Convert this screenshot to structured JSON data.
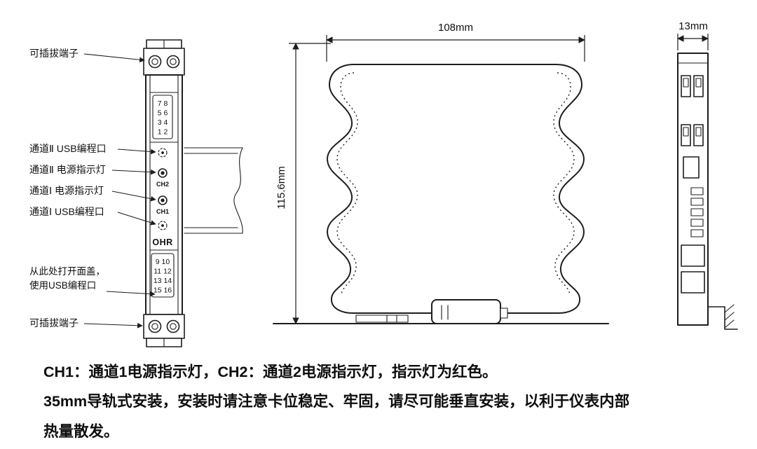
{
  "front_view": {
    "labels": {
      "pluggable_terminal_top": "可插拔端子",
      "ch2_usb_port": "通道Ⅱ USB编程口",
      "ch2_power_led": "通道Ⅱ 电源指示灯",
      "ch1_power_led": "通道Ⅰ 电源指示灯",
      "ch1_usb_port": "通道Ⅰ USB编程口",
      "open_cover_line1": "从此处打开面盖，",
      "open_cover_line2": "使用USB编程口",
      "pluggable_terminal_bottom": "可插拔端子"
    },
    "module": {
      "top_terminals": [
        "7 8",
        "5 6",
        "3 4",
        "1 2"
      ],
      "ch2_label": "CH2",
      "ch1_label": "CH1",
      "brand": "OHR",
      "bottom_terminals": [
        "9 10",
        "11 12",
        "13 14",
        "15 16"
      ]
    }
  },
  "side_view": {
    "width_dim": "108mm",
    "height_dim": "115.6mm"
  },
  "profile_view": {
    "width_dim": "13mm"
  },
  "notes": {
    "line1": "CH1：通道1电源指示灯，CH2：通道2电源指示灯，指示灯为红色。",
    "line2": "35mm导轨式安装，安装时请注意卡位稳定、牢固，请尽可能垂直安装，以利于仪表内部",
    "line3": "热量散发。"
  },
  "colors": {
    "line": "#1d1d1d",
    "text": "#101010"
  }
}
